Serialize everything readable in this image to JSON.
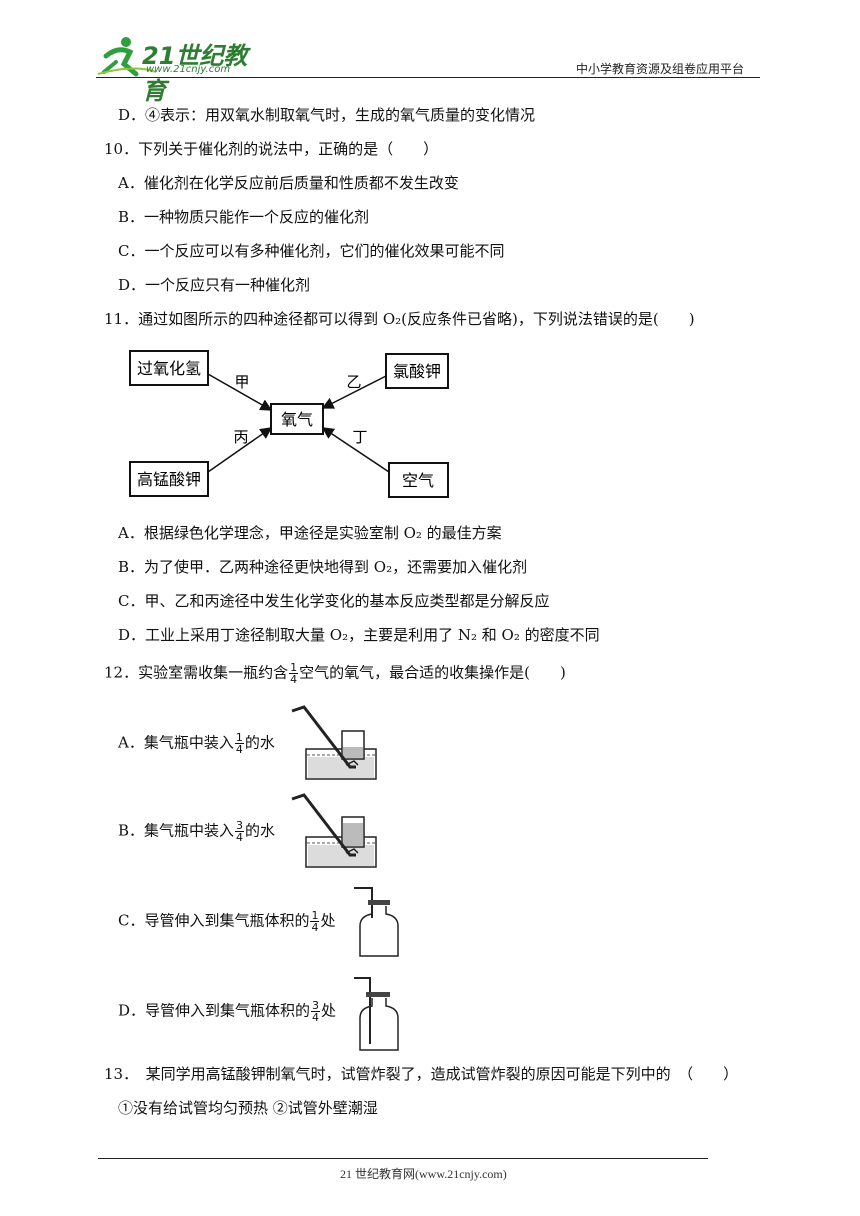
{
  "header": {
    "logo_text": "21世纪教育",
    "logo_url_text": "www.21cnjy.com",
    "right_text": "中小学教育资源及组卷应用平台"
  },
  "q9": {
    "option_d": "D．④表示：用双氧水制取氧气时，生成的氧气质量的变化情况"
  },
  "q10": {
    "stem": "10．下列关于催化剂的说法中，正确的是（　　）",
    "options": [
      "A．催化剂在化学反应前后质量和性质都不发生改变",
      "B．一种物质只能作一个反应的催化剂",
      "C．一个反应可以有多种催化剂，它们的催化效果可能不同",
      "D．一个反应只有一种催化剂"
    ]
  },
  "q11": {
    "stem": "11．通过如图所示的四种途径都可以得到 O₂(反应条件已省略)，下列说法错误的是(　　)",
    "diagram": {
      "center": "氧气",
      "top_left": "过氧化氢",
      "top_right": "氯酸钾",
      "bottom_left": "高锰酸钾",
      "bottom_right": "空气",
      "label_a": "甲",
      "label_b": "乙",
      "label_c": "丙",
      "label_d": "丁"
    },
    "options": [
      "A．根据绿色化学理念，甲途径是实验室制 O₂ 的最佳方案",
      "B．为了使甲．乙两种途径更快地得到 O₂，还需要加入催化剂",
      "C．甲、乙和丙途径中发生化学变化的基本反应类型都是分解反应",
      "D．工业上采用丁途径制取大量 O₂，主要是利用了 N₂ 和 O₂ 的密度不同"
    ]
  },
  "q12": {
    "stem_before": "12．实验室需收集一瓶约含",
    "stem_after": "空气的氧气，最合适的收集操作是(　　)",
    "frac_num": "1",
    "frac_den": "4",
    "options": [
      {
        "before": "A．集气瓶中装入",
        "num": "1",
        "den": "4",
        "after": "的水"
      },
      {
        "before": "B．集气瓶中装入",
        "num": "3",
        "den": "4",
        "after": "的水"
      },
      {
        "before": "C．导管伸入到集气瓶体积的",
        "num": "1",
        "den": "4",
        "after": "处"
      },
      {
        "before": "D．导管伸入到集气瓶体积的",
        "num": "3",
        "den": "4",
        "after": "处"
      }
    ]
  },
  "q13": {
    "stem": "13．　某同学用高锰酸钾制氧气时，试管炸裂了，造成试管炸裂的原因可能是下列中的　（　　）",
    "line2": "①没有给试管均匀预热 ②试管外壁潮湿"
  },
  "footer": {
    "text": "21 世纪教育网(www.21cnjy.com)"
  }
}
